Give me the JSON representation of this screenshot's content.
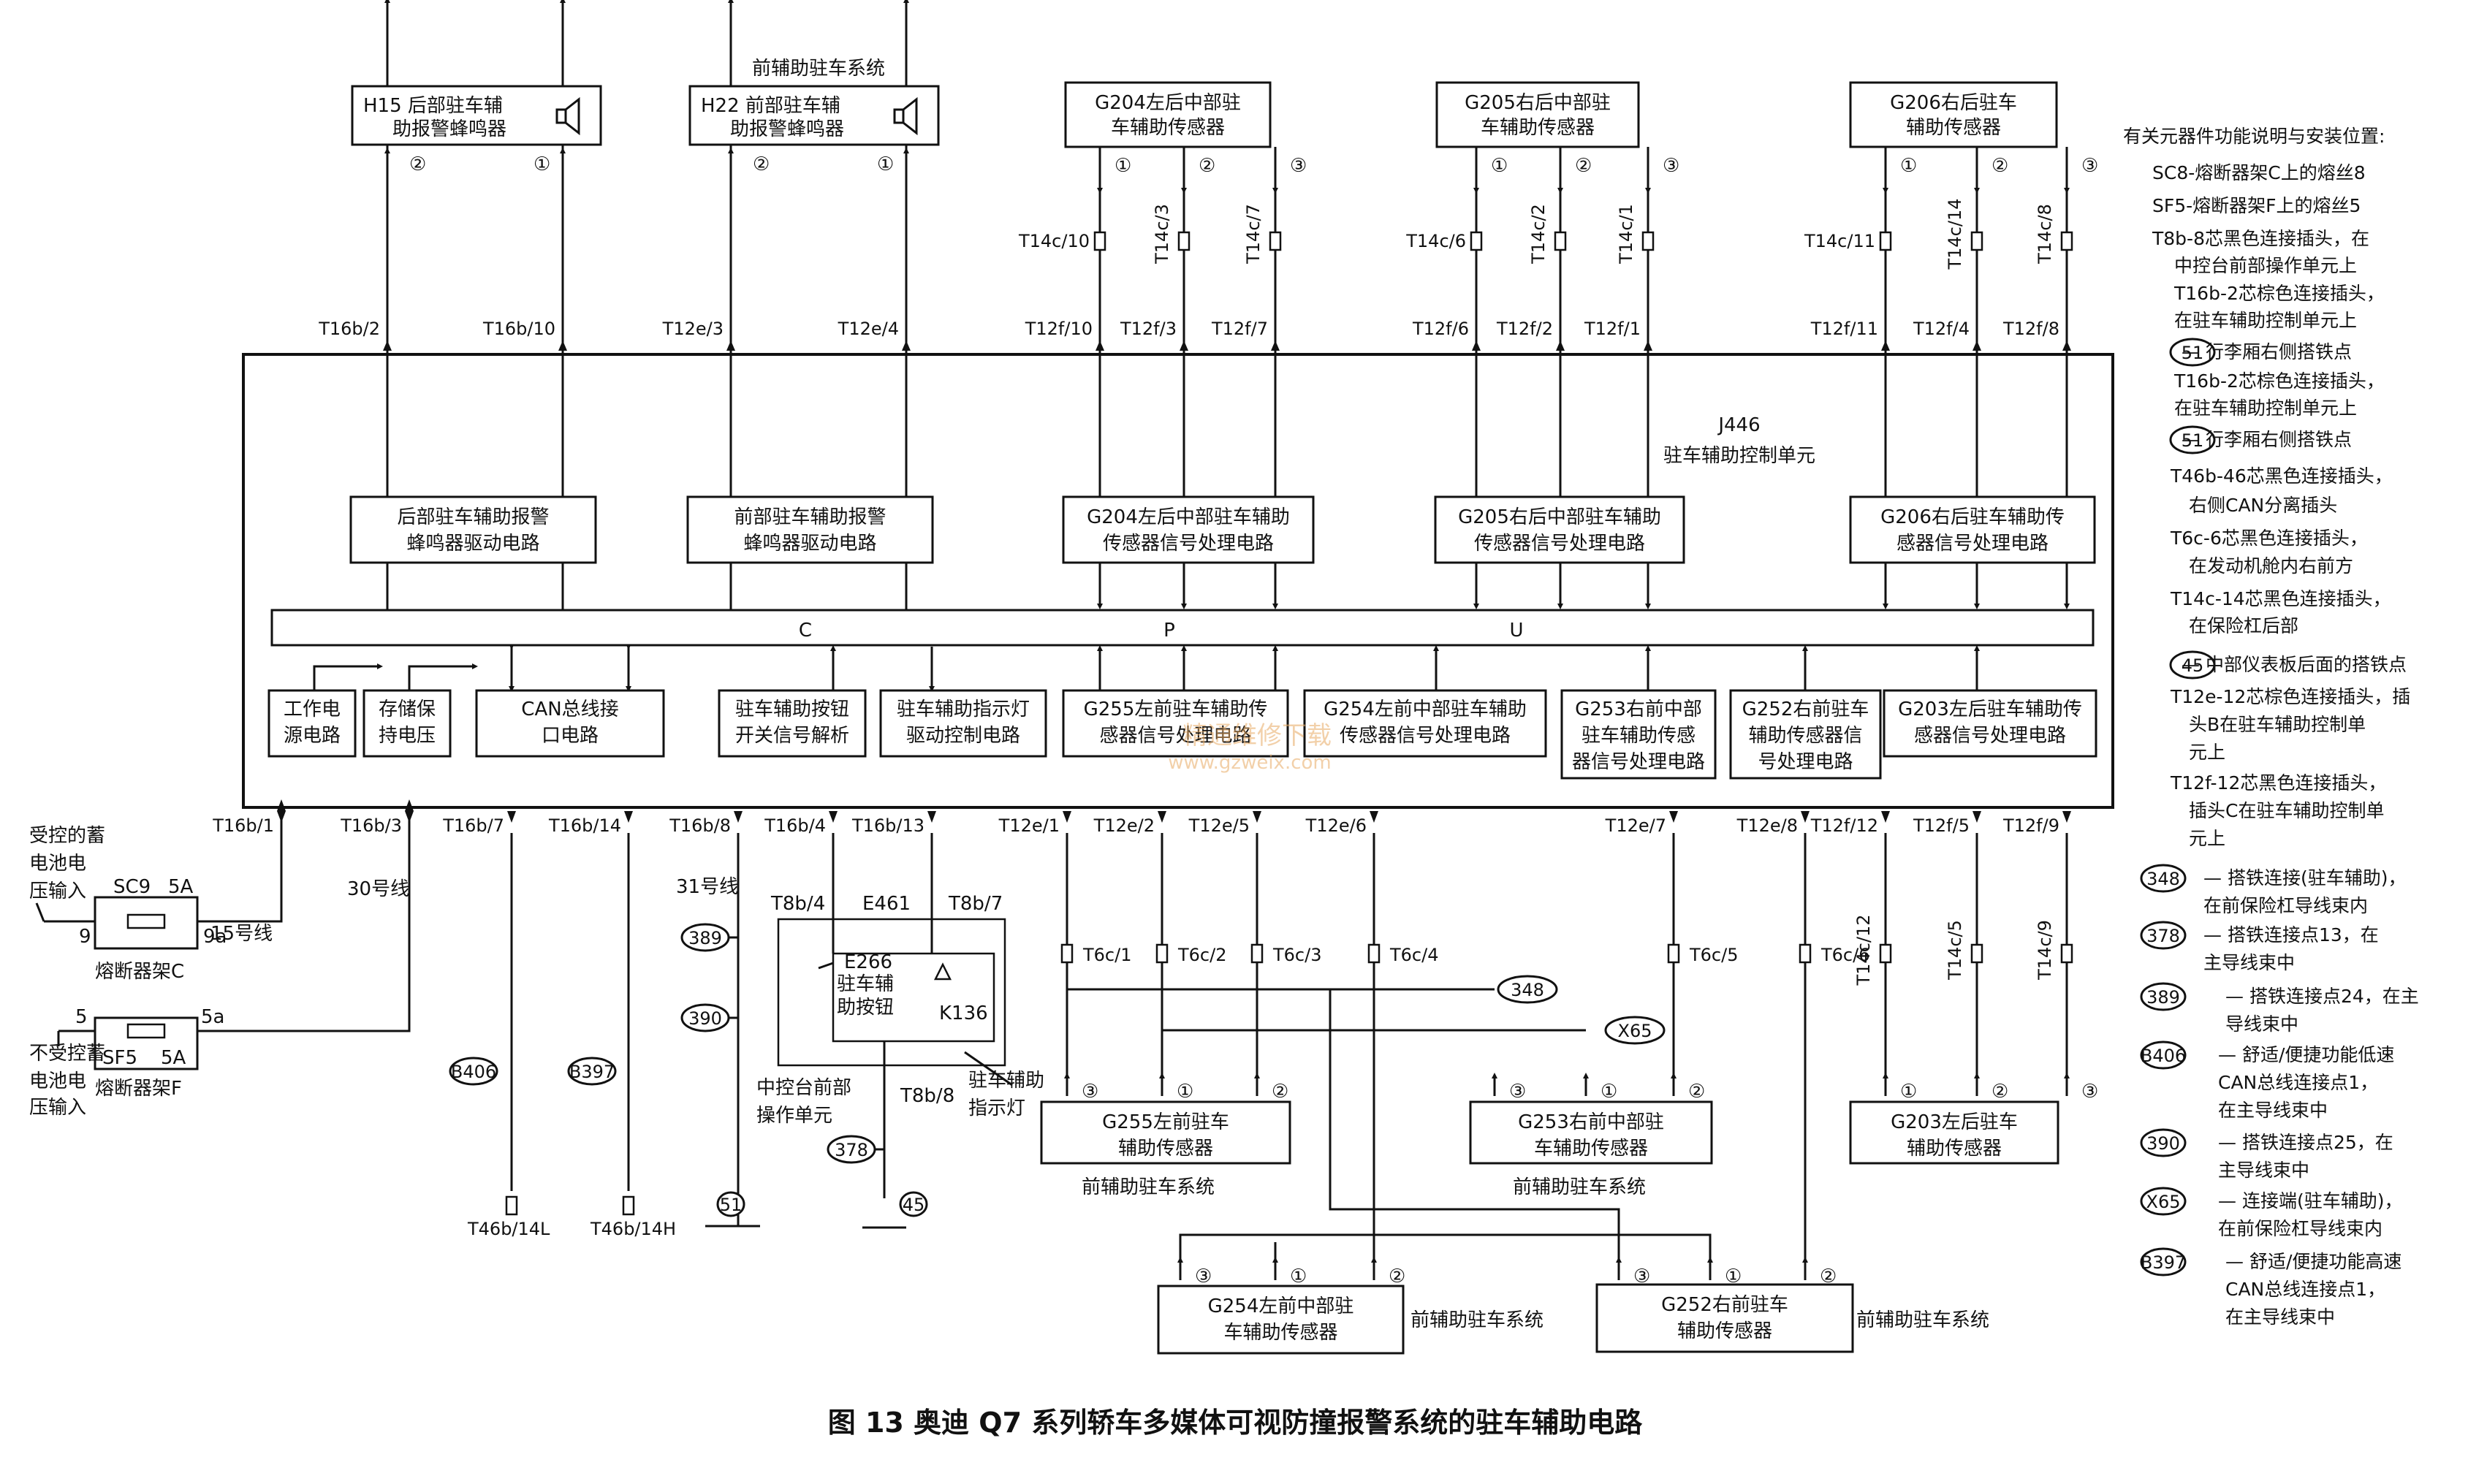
{
  "title_top": "前辅助驻车系统",
  "control_unit": {
    "code": "J446",
    "name": "驻车辅助控制单元"
  },
  "cpu": [
    "C",
    "P",
    "U"
  ],
  "buzzers": [
    {
      "line1": "H15 后部驻车辅",
      "line2": "助报警蜂鸣器",
      "pins": [
        "②",
        "①"
      ],
      "conns": [
        "T16b/2",
        "T16b/10"
      ]
    },
    {
      "line1": "H22 前部驻车辅",
      "line2": "助报警蜂鸣器",
      "pins": [
        "②",
        "①"
      ],
      "conns": [
        "T12e/3",
        "T12e/4"
      ]
    }
  ],
  "top_sensors": [
    {
      "line1": "G204左后中部驻",
      "line2": "车辅助传感器",
      "pins": [
        "①",
        "②",
        "③"
      ],
      "t14": [
        "T14c/10",
        "T14c/3",
        "T14c/7"
      ],
      "t12": [
        "T12f/10",
        "T12f/3",
        "T12f/7"
      ]
    },
    {
      "line1": "G205右后中部驻",
      "line2": "车辅助传感器",
      "pins": [
        "①",
        "②",
        "③"
      ],
      "t14": [
        "T14c/6",
        "T14c/2",
        "T14c/1"
      ],
      "t12": [
        "T12f/6",
        "T12f/2",
        "T12f/1"
      ]
    },
    {
      "line1": "G206右后驻车",
      "line2": "辅助传感器",
      "pins": [
        "①",
        "②",
        "③"
      ],
      "t14": [
        "T14c/11",
        "T14c/14",
        "T14c/8"
      ],
      "t12": [
        "T12f/11",
        "T12f/4",
        "T12f/8"
      ]
    }
  ],
  "inner_upper": [
    {
      "line1": "后部驻车辅助报警",
      "line2": "蜂鸣器驱动电路"
    },
    {
      "line1": "前部驻车辅助报警",
      "line2": "蜂鸣器驱动电路"
    },
    {
      "line1": "G204左后中部驻车辅助",
      "line2": "传感器信号处理电路"
    },
    {
      "line1": "G205右后中部驻车辅助",
      "line2": "传感器信号处理电路"
    },
    {
      "line1": "G206右后驻车辅助传",
      "line2": "感器信号处理电路"
    }
  ],
  "inner_lower": [
    {
      "line1": "工作电",
      "line2": "源电路"
    },
    {
      "line1": "存储保",
      "line2": "持电压"
    },
    {
      "line1": "CAN总线接",
      "line2": "口电路"
    },
    {
      "line1": "驻车辅助按钮",
      "line2": "开关信号解析"
    },
    {
      "line1": "驻车辅助指示灯",
      "line2": "驱动控制电路"
    },
    {
      "line1": "G255左前驻车辅助传",
      "line2": "感器信号处理电路"
    },
    {
      "line1": "G254左前中部驻车辅助",
      "line2": "传感器信号处理电路"
    },
    {
      "line1": "G253右前中部",
      "line2": "驻车辅助传感",
      "line3": "器信号处理电路"
    },
    {
      "line1": "G252右前驻车",
      "line2": "辅助传感器信",
      "line3": "号处理电路"
    },
    {
      "line1": "G203左后驻车辅助传",
      "line2": "感器信号处理电路"
    }
  ],
  "bottom_conns": [
    "T16b/1",
    "T16b/3",
    "T16b/7",
    "T16b/14",
    "T16b/8",
    "T16b/4",
    "T16b/13",
    "T12e/1",
    "T12e/2",
    "T12e/5",
    "T12e/6",
    "T12e/7",
    "T12e/8",
    "T12f/12",
    "T12f/5",
    "T12f/9"
  ],
  "t6c": [
    "T6c/1",
    "T6c/2",
    "T6c/3",
    "T6c/4",
    "T6c/5",
    "T6c/6"
  ],
  "t14_low": [
    "T14c/12",
    "T14c/5",
    "T14c/9"
  ],
  "power": {
    "controlled_1": "受控的蓄",
    "controlled_2": "电池电",
    "controlled_3": "压输入",
    "sc9": "SC9",
    "sc9_amp": "5A",
    "sc9_pin_in": "9",
    "sc9_pin_out": "9a",
    "wire15": "15号线",
    "holder_c": "熔断器架C",
    "wire30": "30号线",
    "unctrl_1": "不受控蓄",
    "unctrl_2": "电池电",
    "unctrl_3": "压输入",
    "sf5": "SF5",
    "sf5_amp": "5A",
    "sf5_pin_in": "5",
    "sf5_pin_out": "5a",
    "holder_f": "熔断器架F",
    "wire31": "31号线"
  },
  "bottom_left": {
    "b406": "B406",
    "b397": "B397",
    "t46l": "T46b/14L",
    "t46h": "T46b/14H",
    "c389": "389",
    "c390": "390",
    "c51": "51",
    "c378": "378",
    "c45": "45"
  },
  "switch_unit": {
    "e461": "E461",
    "t8b4": "T8b/4",
    "t8b7": "T8b/7",
    "t8b8": "T8b/8",
    "e266_1": "E266",
    "e266_2": "驻车辅",
    "e266_3": "助按钮",
    "k136": "K136",
    "console_1": "中控台前部",
    "console_2": "操作单元",
    "lamp_1": "驻车辅助",
    "lamp_2": "指示灯"
  },
  "front_sensors": [
    {
      "line1": "G255左前驻车",
      "line2": "辅助传感器",
      "pins": [
        "③",
        "①",
        "②"
      ],
      "system": "前辅助驻车系统"
    },
    {
      "line1": "G253右前中部驻",
      "line2": "车辅助传感器",
      "pins": [
        "③",
        "①",
        "②"
      ],
      "system": "前辅助驻车系统"
    },
    {
      "line1": "G254左前中部驻",
      "line2": "车辅助传感器",
      "pins": [
        "③",
        "①",
        "②"
      ],
      "system": "前辅助驻车系统"
    },
    {
      "line1": "G252右前驻车",
      "line2": "辅助传感器",
      "pins": [
        "③",
        "①",
        "②"
      ],
      "system": "前辅助驻车系统"
    }
  ],
  "rear_bottom_sensor": {
    "line1": "G203左后驻车",
    "line2": "辅助传感器",
    "pins": [
      "①",
      "②",
      "③"
    ]
  },
  "ground_marks": {
    "c348": "348",
    "x65": "X65"
  },
  "watermark": {
    "line1": "精通维修下载",
    "line2": "www.gzweix.com"
  },
  "legend": [
    "有关元器件功能说明与安装位置:",
    "SC8-熔断器架C上的熔丝8",
    "SF5-熔断器架F上的熔丝5",
    "T8b-8芯黑色连接插头，在",
    "中控台前部操作单元上",
    "T16b-2芯棕色连接插头，",
    "在驻车辅助控制单元上",
    "— 行李厢右侧搭铁点",
    "T16b-2芯棕色连接插头，",
    "在驻车辅助控制单元上",
    "— 行李厢右侧搭铁点",
    "T46b-46芯黑色连接插头，",
    "右侧CAN分离插头",
    "T6c-6芯黑色连接插头，",
    "在发动机舱内右前方",
    "T14c-14芯黑色连接插头，",
    "在保险杠后部",
    "— 中部仪表板后面的搭铁点",
    "T12e-12芯棕色连接插头，插",
    "头B在驻车辅助控制单",
    "元上",
    "T12f-12芯黑色连接插头，",
    "插头C在驻车辅助控制单",
    "元上",
    "— 搭铁连接(驻车辅助)，",
    "在前保险杠导线束内",
    "— 搭铁连接点13，在",
    "主导线束中",
    "— 搭铁连接点24，在主",
    "导线束中",
    "— 舒适/便捷功能低速",
    "CAN总线连接点1，",
    "在主导线束中",
    "— 搭铁连接点25，在",
    "主导线束中",
    "— 连接端(驻车辅助)，",
    "在前保险杠导线束内",
    "— 舒适/便捷功能高速",
    "CAN总线连接点1，",
    "在主导线束中"
  ],
  "legend_marks": [
    "51",
    "51",
    "45",
    "348",
    "378",
    "389",
    "B406",
    "390",
    "X65",
    "B397"
  ],
  "caption": "图 13   奥迪 Q7 系列轿车多媒体可视防撞报警系统的驻车辅助电路"
}
